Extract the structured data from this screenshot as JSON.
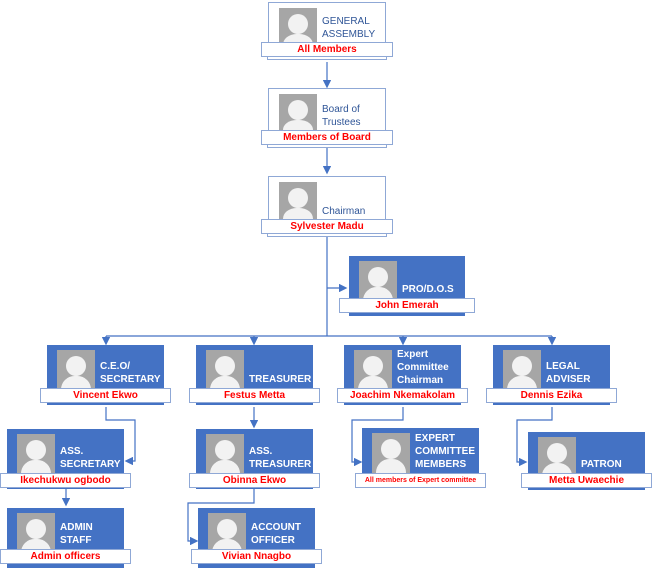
{
  "diagram": {
    "type": "organization-chart",
    "colors": {
      "card_blue": "#4472c4",
      "card_white": "#ffffff",
      "title_dark": "#2f5597",
      "name_red": "#ff0000",
      "connector": "#4472c4",
      "photo_gray": "#a6a6a6"
    },
    "nodes": [
      {
        "id": "general_assembly",
        "title": "GENERAL ASSEMBLY",
        "title_lines": [
          "GENERAL",
          "ASSEMBLY"
        ],
        "name": "All Members",
        "style": "white"
      },
      {
        "id": "board_of_trustees",
        "title": "Board of Trustees",
        "title_lines": [
          "Board of",
          "Trustees"
        ],
        "name": "Members of Board",
        "style": "white"
      },
      {
        "id": "chairman",
        "title": "Chairman",
        "title_lines": [
          "Chairman"
        ],
        "name": "Sylvester Madu",
        "style": "white"
      },
      {
        "id": "pro_dos",
        "title": "PRO/D.O.S",
        "title_lines": [
          "PRO/D.O.S"
        ],
        "name": "John Emerah",
        "style": "blue"
      },
      {
        "id": "ceo_secretary",
        "title": "C.E.O/ SECRETARY",
        "title_lines": [
          "C.E.O/",
          "SECRETARY"
        ],
        "name": "Vincent Ekwo",
        "style": "blue"
      },
      {
        "id": "treasurer",
        "title": "TREASURER",
        "title_lines": [
          "TREASURER"
        ],
        "name": "Festus Metta",
        "style": "blue"
      },
      {
        "id": "expert_committee_chairman",
        "title": "Expert Committee Chairman",
        "title_lines": [
          "Expert",
          "Committee",
          "Chairman"
        ],
        "name": "Joachim Nkemakolam",
        "style": "blue"
      },
      {
        "id": "legal_adviser",
        "title": "LEGAL ADVISER",
        "title_lines": [
          "LEGAL",
          "ADVISER"
        ],
        "name": "Dennis Ezika",
        "style": "blue"
      },
      {
        "id": "ass_secretary",
        "title": "ASS. SECRETARY",
        "title_lines": [
          "ASS.",
          "SECRETARY"
        ],
        "name": "Ikechukwu ogbodo",
        "style": "blue"
      },
      {
        "id": "ass_treasurer",
        "title": "ASS. TREASURER",
        "title_lines": [
          "ASS.",
          "TREASURER"
        ],
        "name": "Obinna Ekwo",
        "style": "blue"
      },
      {
        "id": "expert_committee_members",
        "title": "EXPERT COMMITTEE MEMBERS",
        "title_lines": [
          "EXPERT",
          "COMMITTEE",
          "MEMBERS"
        ],
        "name": "All members of Expert committee",
        "style": "blue"
      },
      {
        "id": "patron",
        "title": "PATRON",
        "title_lines": [
          "PATRON"
        ],
        "name": "Metta Uwaechie",
        "style": "blue"
      },
      {
        "id": "admin_staff",
        "title": "ADMIN STAFF",
        "title_lines": [
          "ADMIN",
          "STAFF"
        ],
        "name": "Admin officers",
        "style": "blue"
      },
      {
        "id": "account_officer",
        "title": "ACCOUNT OFFICER",
        "title_lines": [
          "ACCOUNT",
          "OFFICER"
        ],
        "name": "Vivian Nnagbo",
        "style": "blue"
      }
    ],
    "edges": [
      {
        "from": "general_assembly",
        "to": "board_of_trustees"
      },
      {
        "from": "board_of_trustees",
        "to": "chairman"
      },
      {
        "from": "chairman",
        "to": "pro_dos"
      },
      {
        "from": "chairman",
        "to": "ceo_secretary"
      },
      {
        "from": "chairman",
        "to": "treasurer"
      },
      {
        "from": "chairman",
        "to": "expert_committee_chairman"
      },
      {
        "from": "chairman",
        "to": "legal_adviser"
      },
      {
        "from": "ceo_secretary",
        "to": "ass_secretary"
      },
      {
        "from": "treasurer",
        "to": "ass_treasurer"
      },
      {
        "from": "expert_committee_chairman",
        "to": "expert_committee_members"
      },
      {
        "from": "legal_adviser",
        "to": "patron"
      },
      {
        "from": "ass_secretary",
        "to": "admin_staff"
      },
      {
        "from": "ass_treasurer",
        "to": "account_officer"
      }
    ]
  }
}
